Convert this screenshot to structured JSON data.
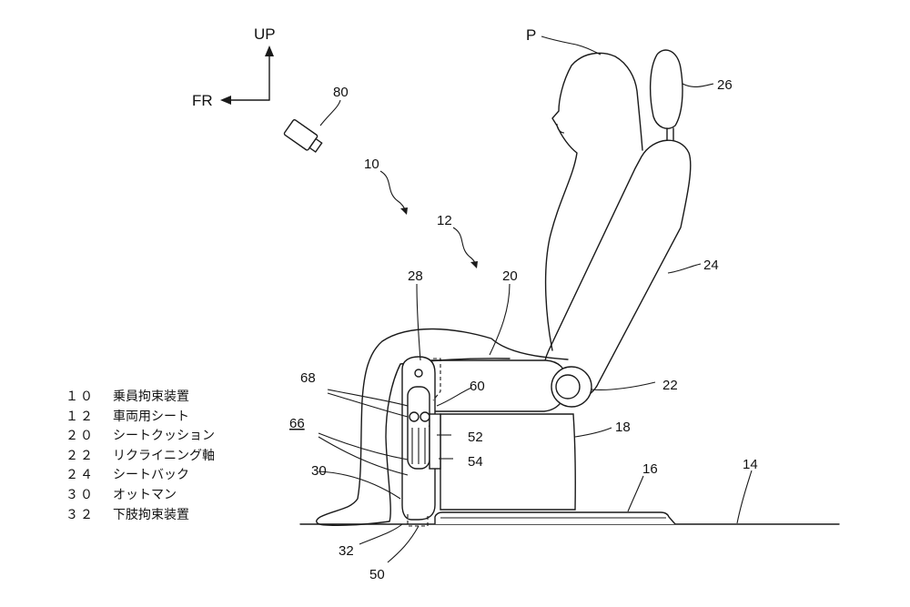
{
  "axes": {
    "up": "UP",
    "front": "FR"
  },
  "labels": {
    "P": "P",
    "n80": "80",
    "n26": "26",
    "n10": "10",
    "n12": "12",
    "n24": "24",
    "n28": "28",
    "n20": "20",
    "n68": "68",
    "n60": "60",
    "n22": "22",
    "n18": "18",
    "n66": "66",
    "n52": "52",
    "n54": "54",
    "n30": "30",
    "n16": "16",
    "n14": "14",
    "n32": "32",
    "n50": "50"
  },
  "legend": [
    {
      "num": "１０",
      "text": "乗員拘束装置"
    },
    {
      "num": "１２",
      "text": "車両用シート"
    },
    {
      "num": "２０",
      "text": "シートクッション"
    },
    {
      "num": "２２",
      "text": "リクライニング軸"
    },
    {
      "num": "２４",
      "text": "シートバック"
    },
    {
      "num": "３０",
      "text": "オットマン"
    },
    {
      "num": "３２",
      "text": "下肢拘束装置"
    }
  ]
}
